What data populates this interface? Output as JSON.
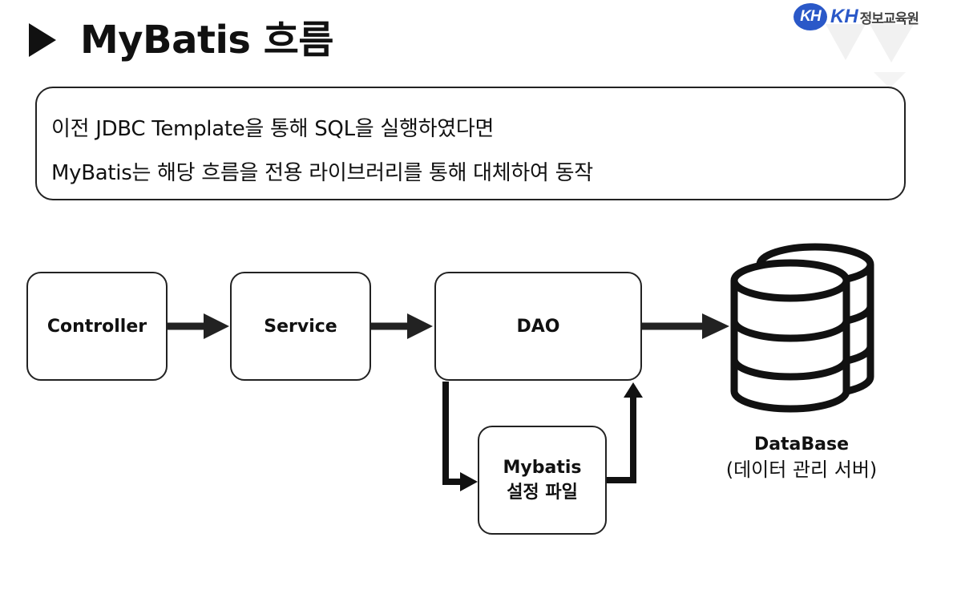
{
  "title": "MyBatis 흐름",
  "logo": {
    "mark": "KH",
    "kh": "KH",
    "text": "정보교육원"
  },
  "intro": {
    "line1": "이전 JDBC Template을 통해 SQL을 실행하였다면",
    "line2": "MyBatis는 해당 흐름을 전용 라이브러리를 통해 대체하여 동작"
  },
  "nodes": {
    "controller": "Controller",
    "service": "Service",
    "dao": "DAO",
    "config_line1": "Mybatis",
    "config_line2": "설정 파일"
  },
  "database": {
    "name": "DataBase",
    "description": "(데이터 관리 서버)"
  },
  "colors": {
    "line": "#222222",
    "brand": "#2a58c8"
  }
}
